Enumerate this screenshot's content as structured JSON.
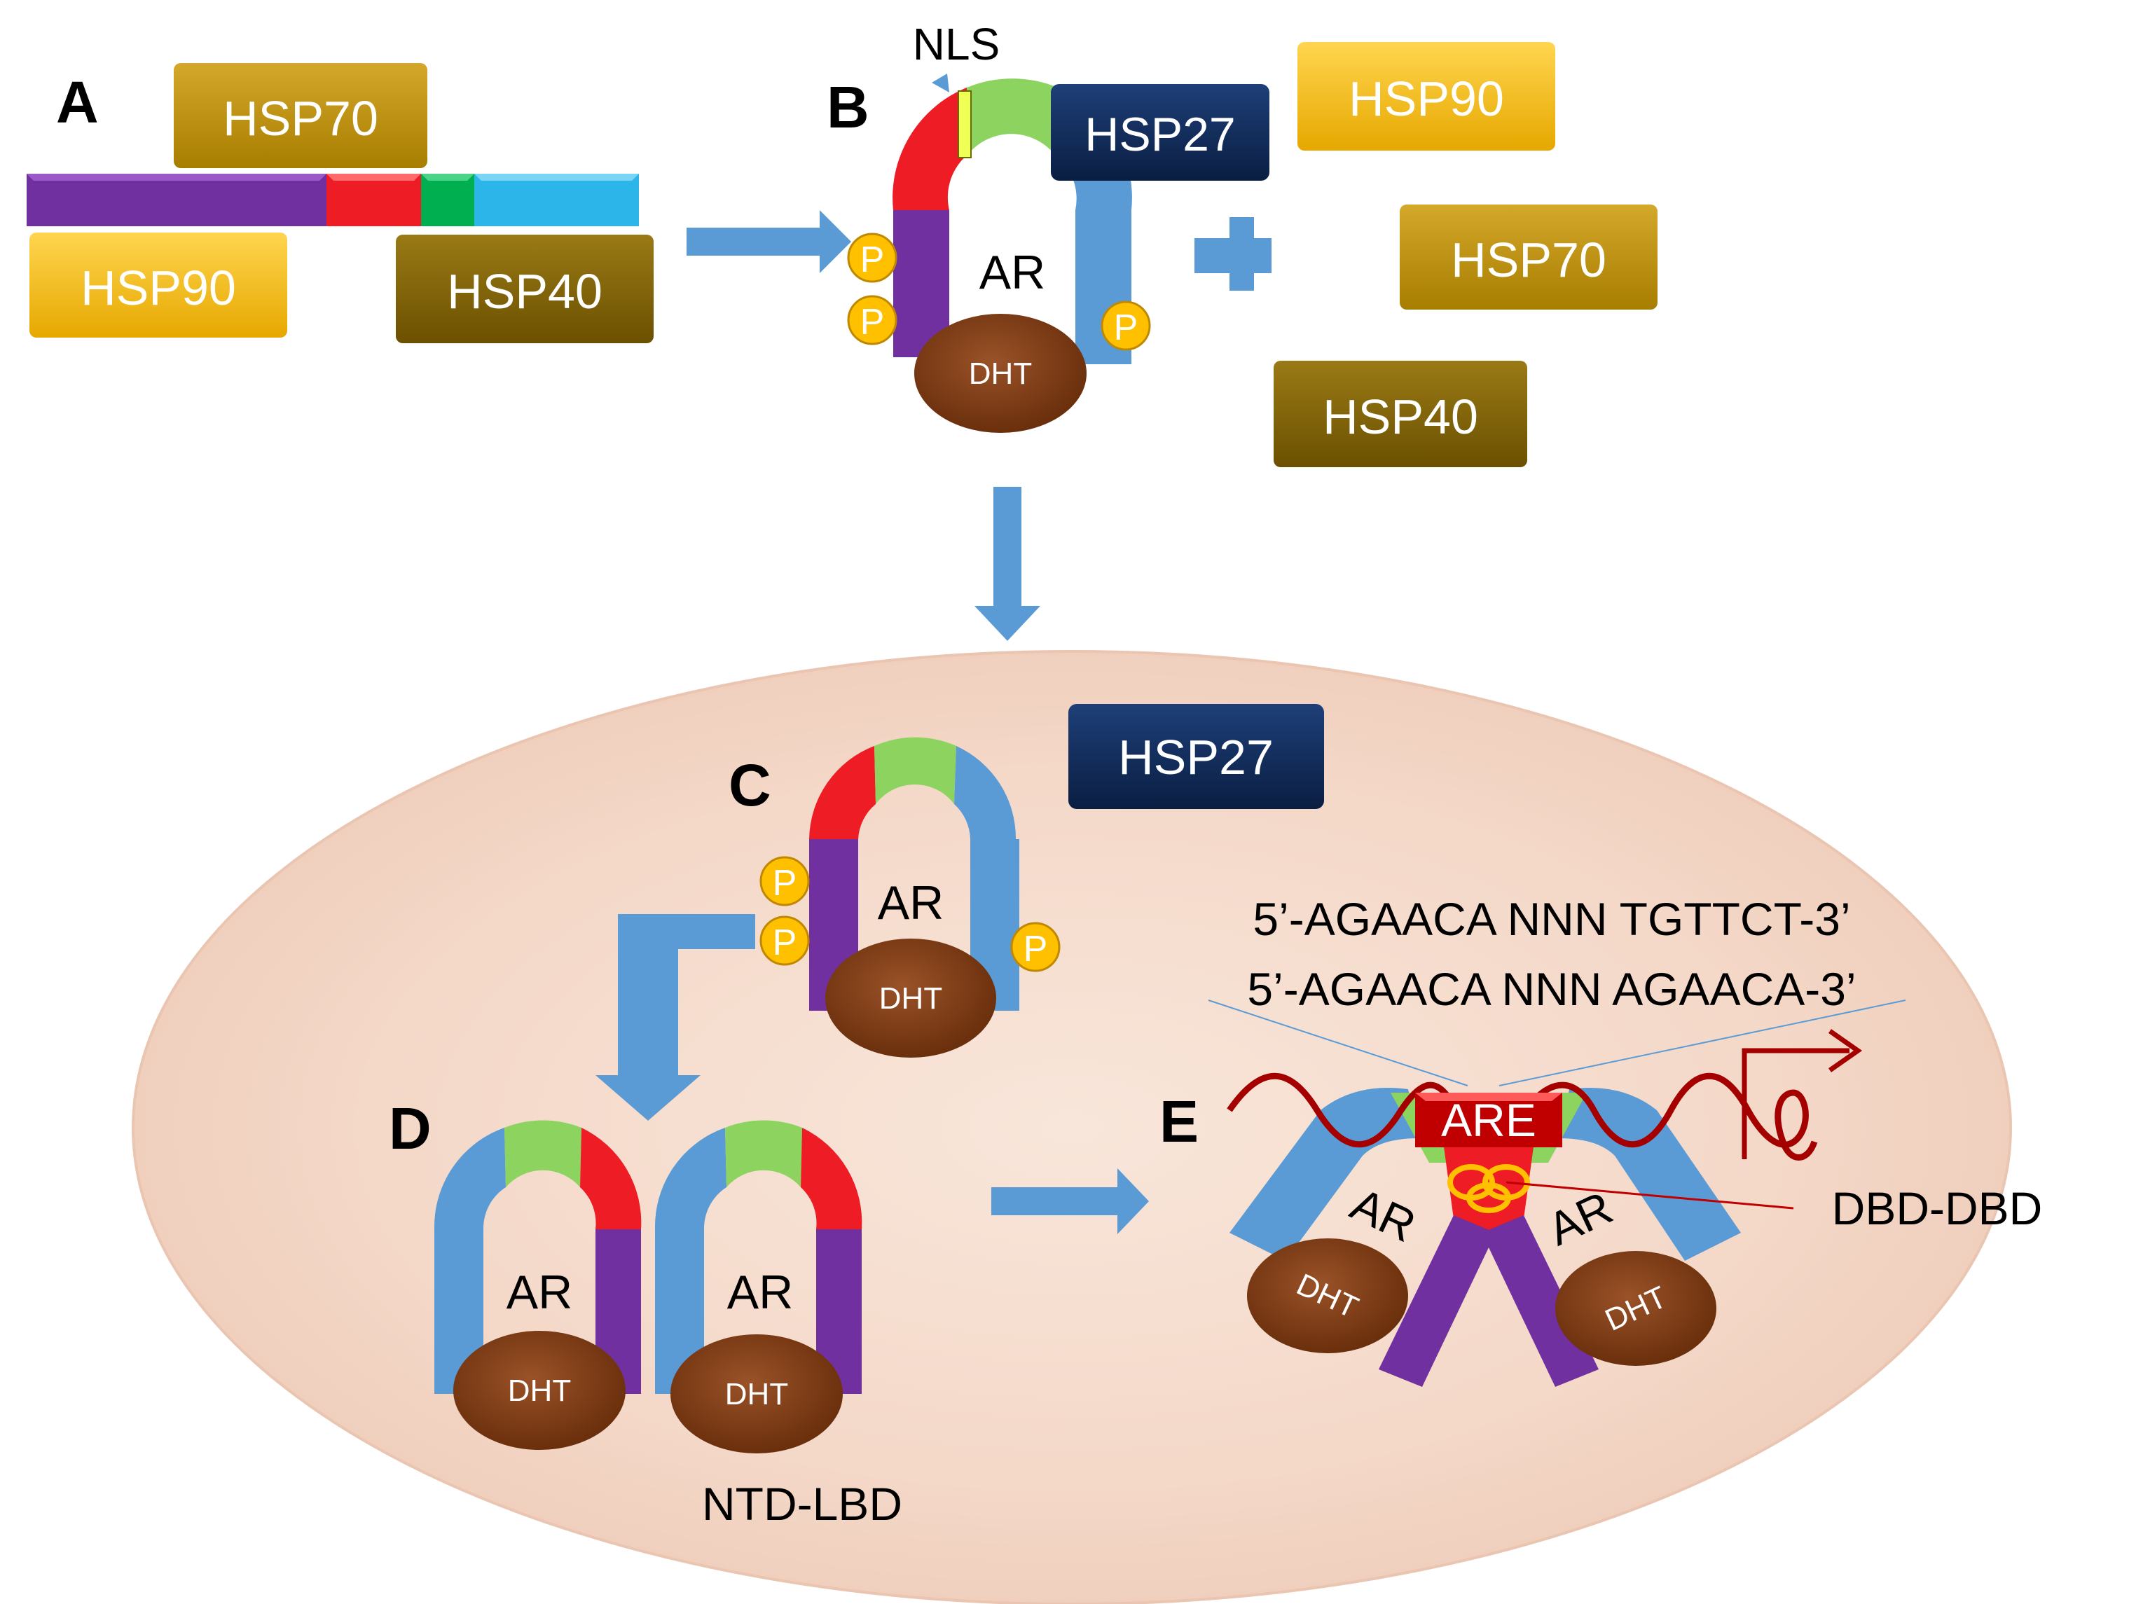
{
  "panels": {
    "a": "A",
    "b": "B",
    "c": "C",
    "d": "D",
    "e": "E"
  },
  "proteins": {
    "hsp70": "HSP70",
    "hsp90": "HSP90",
    "hsp40": "HSP40",
    "hsp27": "HSP27"
  },
  "labels": {
    "nls": "NLS",
    "ar": "AR",
    "dht": "DHT",
    "phospho": "P",
    "are": "ARE",
    "dbd_dbd": "DBD-DBD",
    "ntd_lbd": "NTD-LBD"
  },
  "sequences": {
    "seq1": "5’-AGAACA NNN TGTTCT-3’",
    "seq2": "5’-AGAACA NNN AGAACA-3’"
  },
  "colors": {
    "ntd": "#7030A0",
    "dbd": "#EE1C24",
    "hinge": "#00B050",
    "lbd": "#2BB5E8",
    "arm_green": "#8DD35F",
    "arm_blue": "#5B9BD5",
    "hsp90": "#FFC000",
    "hsp70": "#BF9000",
    "hsp40": "#7F6000",
    "hsp27": "#0F2B5B",
    "dht": "#7B3A12",
    "phospho": "#FFC000",
    "arrow": "#5B9BD5",
    "nucleus": "#F4DDD0",
    "dna": "#A50000"
  }
}
